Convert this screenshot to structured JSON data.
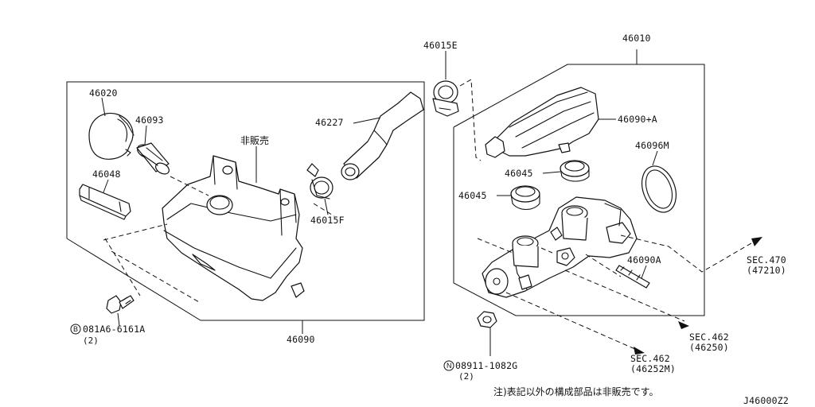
{
  "labels": {
    "p46020": "46020",
    "p46093": "46093",
    "p46048": "46048",
    "p_not_sold": "非販売",
    "p46227": "46227",
    "p46015E": "46015E",
    "p46015F": "46015F",
    "p46090": "46090",
    "p46010": "46010",
    "p46090A_plus": "46090+A",
    "p46096M": "46096M",
    "p46045_upper": "46045",
    "p46045_lower": "46045",
    "p46090A": "46090A",
    "bolt_code": "081A6-6161A",
    "bolt_qty": "(2)",
    "nut_code": "08911-1082G",
    "nut_qty": "(2)",
    "sec470": "SEC.470",
    "sec470_ref": "(47210)",
    "sec462_upper": "SEC.462",
    "sec462_upper_ref": "(46250)",
    "sec462_lower": "SEC.462",
    "sec462_lower_ref": "(46252M)",
    "note": "注)表記以外の構成部品は非販売です。",
    "diagram_id": "J46000Z2"
  },
  "symbols": {
    "bolt_prefix": "B",
    "nut_prefix": "N"
  }
}
